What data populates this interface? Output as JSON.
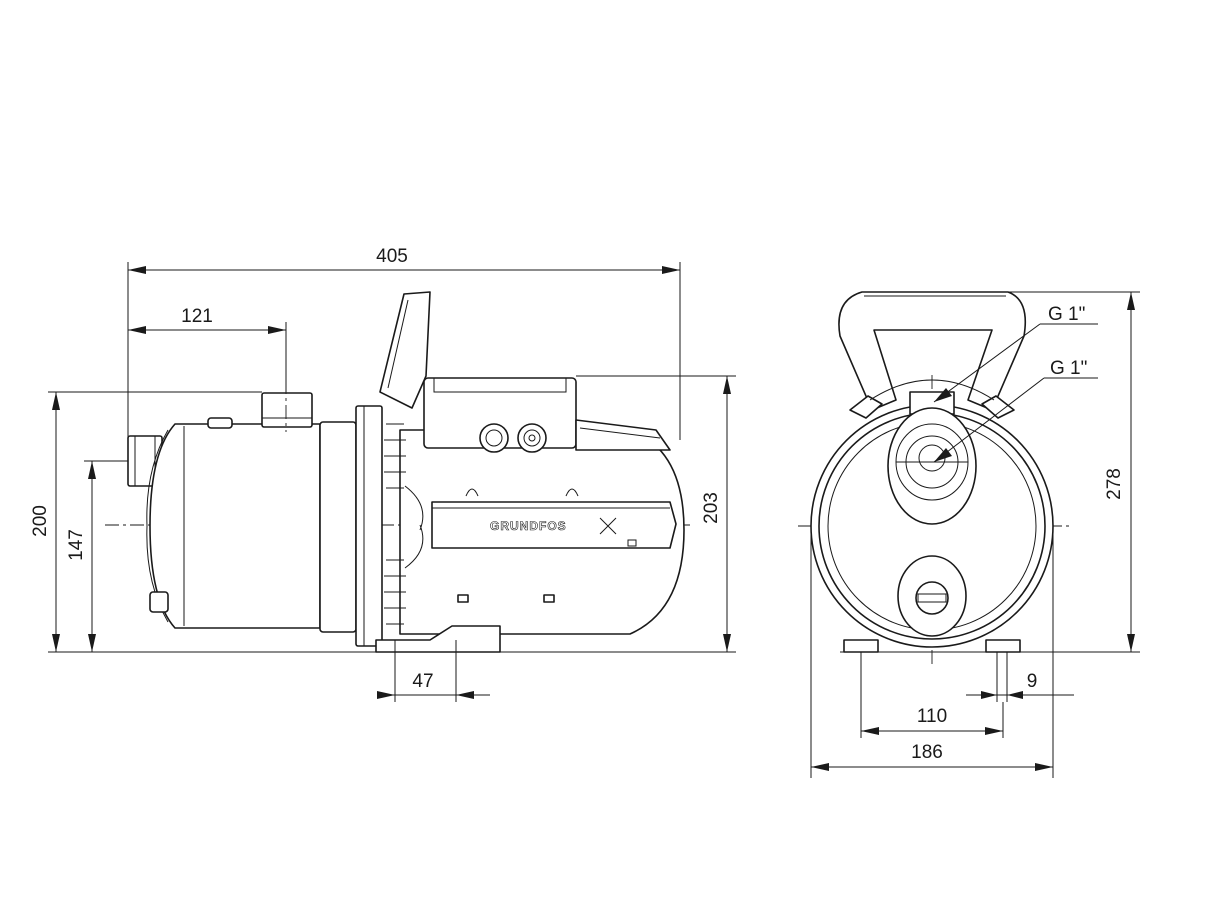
{
  "side_view": {
    "dimensions": {
      "overall_length": "405",
      "outlet_offset": "121",
      "height_left": "200",
      "inlet_height": "147",
      "height_right": "203",
      "foot_width": "47"
    },
    "brand_logo": "GRUNDFOS"
  },
  "front_view": {
    "callouts": {
      "outlet_thread": "G 1\"",
      "inlet_thread": "G 1\""
    },
    "dimensions": {
      "overall_height": "278",
      "foot_slot": "9",
      "foot_spacing": "110",
      "overall_width": "186"
    }
  }
}
